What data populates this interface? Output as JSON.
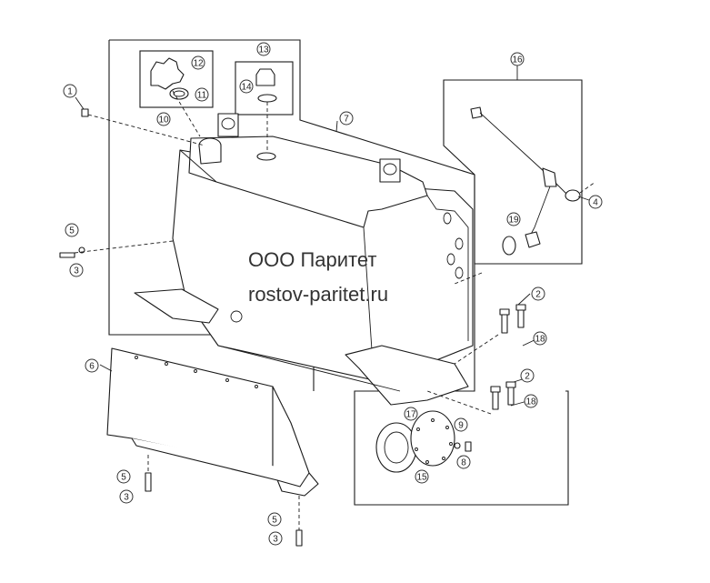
{
  "watermark": {
    "line1": "ООО Паритет",
    "line2": "rostov-paritet.ru"
  },
  "callouts": [
    {
      "key": "c1",
      "label": "1"
    },
    {
      "key": "c2a",
      "label": "2"
    },
    {
      "key": "c2b",
      "label": "2"
    },
    {
      "key": "c3a",
      "label": "3"
    },
    {
      "key": "c3b",
      "label": "3"
    },
    {
      "key": "c3c",
      "label": "3"
    },
    {
      "key": "c4",
      "label": "4"
    },
    {
      "key": "c5a",
      "label": "5"
    },
    {
      "key": "c5b",
      "label": "5"
    },
    {
      "key": "c5c",
      "label": "5"
    },
    {
      "key": "c6",
      "label": "6"
    },
    {
      "key": "c7",
      "label": "7"
    },
    {
      "key": "c8",
      "label": "8"
    },
    {
      "key": "c9",
      "label": "9"
    },
    {
      "key": "c10",
      "label": "10"
    },
    {
      "key": "c11",
      "label": "11"
    },
    {
      "key": "c12",
      "label": "12"
    },
    {
      "key": "c13",
      "label": "13"
    },
    {
      "key": "c14",
      "label": "14"
    },
    {
      "key": "c15",
      "label": "15"
    },
    {
      "key": "c16",
      "label": "16"
    },
    {
      "key": "c17",
      "label": "17"
    },
    {
      "key": "c18a",
      "label": "18"
    },
    {
      "key": "c18b",
      "label": "18"
    },
    {
      "key": "c19",
      "label": "19"
    }
  ]
}
